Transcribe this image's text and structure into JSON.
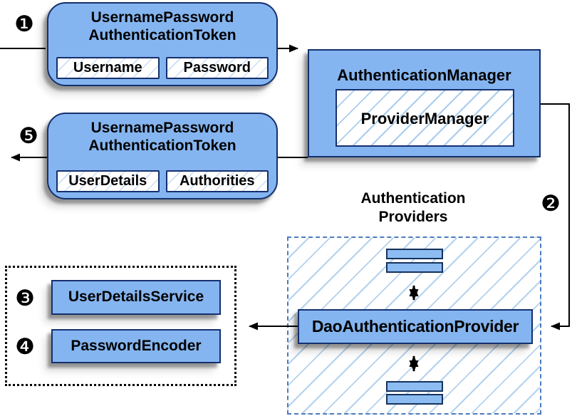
{
  "colors": {
    "box_fill": "#85b5f0",
    "box_border": "#14306e",
    "small_rect_fill": "#8cbcf2",
    "hatch_line": "#a9cdee",
    "dashed_border": "#4b7bbf",
    "dotted_border": "#000000",
    "arrow": "#000000",
    "text": "#000000",
    "shadow": "rgba(0,0,0,0.35)"
  },
  "steps": {
    "s1": "❶",
    "s2": "❷",
    "s3": "❸",
    "s4": "❹",
    "s5": "❺"
  },
  "request_token": {
    "title_line1": "UsernamePassword",
    "title_line2": "AuthenticationToken",
    "field1": "Username",
    "field2": "Password"
  },
  "auth_manager": {
    "title": "AuthenticationManager",
    "implementation": "ProviderManager"
  },
  "result_token": {
    "title_line1": "UsernamePassword",
    "title_line2": "AuthenticationToken",
    "field1": "UserDetails",
    "field2": "Authorities"
  },
  "providers_group": {
    "title_line1": "Authentication",
    "title_line2": "Providers",
    "provider": "DaoAuthenticationProvider"
  },
  "collaborators": {
    "item1": "UserDetailsService",
    "item2": "PasswordEncoder"
  }
}
